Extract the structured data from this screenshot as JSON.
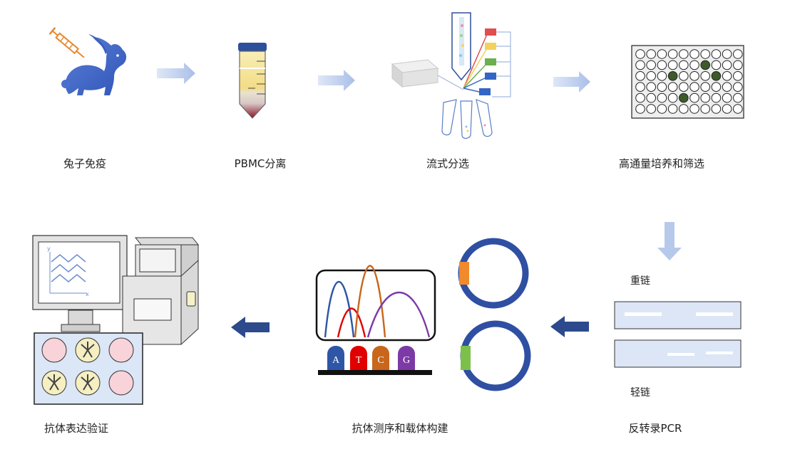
{
  "steps": [
    {
      "label": "兔子免疫",
      "icon": "rabbit-syringe-icon"
    },
    {
      "label": "PBMC分离",
      "icon": "centrifuge-tube-icon"
    },
    {
      "label": "流式分选",
      "icon": "flow-cytometer-icon"
    },
    {
      "label": "高通量培养和筛选",
      "icon": "well-plate-icon"
    },
    {
      "label": "反转录PCR",
      "icon": "gel-bands-icon"
    },
    {
      "label": "抗体测序和载体构建",
      "icon": "sequencing-plasmid-icon"
    },
    {
      "label": "抗体表达验证",
      "icon": "expression-validation-icon"
    }
  ],
  "pcr": {
    "heavy_label": "重链",
    "light_label": "轻链"
  },
  "bases": [
    "A",
    "T",
    "C",
    "G"
  ],
  "chart_axes": {
    "y": "y",
    "x": "x"
  },
  "colors": {
    "arrow_light": "#b7c9ea",
    "arrow_dark": "#2c4a8c",
    "plasmid": "#2f4fa3",
    "well_positive": "#3d5a2a",
    "base_A": "#2e55a6",
    "base_T": "#e00000",
    "base_C": "#c8661c",
    "base_G": "#7b3aa6"
  }
}
